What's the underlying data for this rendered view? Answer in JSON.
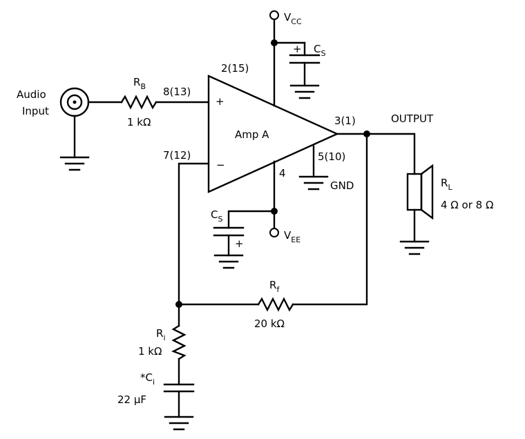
{
  "amplifier": {
    "label": "Amp A",
    "plus": "+",
    "minus": "−"
  },
  "pins": {
    "supply": "2(15)",
    "non_inverting": "8(13)",
    "inverting": "7(12)",
    "output": "3(1)",
    "ground": "5(10)",
    "vee": "4"
  },
  "labels": {
    "audio_input": [
      "Audio",
      "Input"
    ],
    "vcc": {
      "main": "V",
      "sub": "CC"
    },
    "vee": {
      "main": "V",
      "sub": "EE"
    },
    "gnd": "GND",
    "output": "OUTPUT"
  },
  "components": {
    "rb": {
      "name": "R",
      "sub": "B",
      "value": "1 kΩ"
    },
    "cs_top": {
      "name": "C",
      "sub": "S",
      "polarity": "+"
    },
    "cs_bottom": {
      "name": "C",
      "sub": "S",
      "polarity": "+"
    },
    "rl": {
      "name": "R",
      "sub": "L",
      "value": "4 Ω or 8 Ω"
    },
    "rf": {
      "name": "R",
      "sub": "f",
      "value": "20 kΩ"
    },
    "ri": {
      "name": "R",
      "sub": "i",
      "value": "1 kΩ"
    },
    "ci": {
      "prefix": "*",
      "name": "C",
      "sub": "i",
      "value": "22 μF"
    }
  }
}
